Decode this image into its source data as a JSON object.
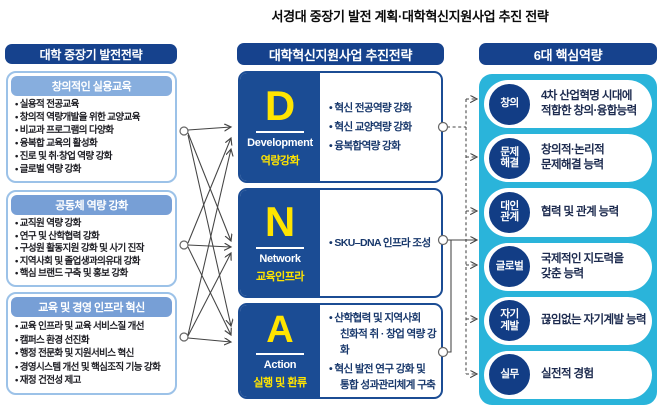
{
  "title": "서경대 중장기 발전 계획·대학혁신지원사업 추진 전략",
  "left": {
    "header": "대학 중장기 발전전략",
    "boxes": [
      {
        "title": "창의적인 실용교육",
        "items": [
          "실용적 전공교육",
          "창의적 역량개발을 위한 교양교육",
          "비교과 프로그램의 다양화",
          "융복합 교육의 활성화",
          "진로 및 취·창업 역량 강화",
          "글로벌 역량 강화"
        ]
      },
      {
        "title": "공동체 역량 강화",
        "items": [
          "교직원 역량 강화",
          "연구 및 산학협력 강화",
          "구성원 활동지원 강화 및 사기 진작",
          "지역사회 및 졸업생과의유대 강화",
          "핵심 브랜드 구축 및 홍보 강화"
        ]
      },
      {
        "title": "교육 및 경영 인프라 혁신",
        "items": [
          "교육 인프라 및 교육 서비스질 개선",
          "캠퍼스 환경 선진화",
          "행정 전문화 및 지원서비스 혁신",
          "경영시스템 개선 및 핵심조직 기능 강화",
          "재정 건전성 제고"
        ]
      }
    ]
  },
  "middle": {
    "header": "대학혁신지원사업 추진전략",
    "boxes": [
      {
        "letter": "D",
        "en": "Development",
        "ko": "역량강화",
        "items": [
          "혁신 전공역량 강화",
          "혁신 교양역량 강화",
          "융복합역량 강화"
        ]
      },
      {
        "letter": "N",
        "en": "Network",
        "ko": "교육인프라",
        "items": [
          "SKU–DNA 인프라 조성"
        ]
      },
      {
        "letter": "A",
        "en": "Action",
        "ko": "실행 및 환류",
        "items": [
          "산학협력 및 지역사회\n친화적 취 · 창업 역량 강화",
          "혁신 발전 연구 강화 및\n통합 성과관리체계 구축"
        ]
      }
    ]
  },
  "right": {
    "header": "6대 핵심역량",
    "items": [
      {
        "label": "창의",
        "desc": "4차 산업혁명 시대에\n적합한 창의·융합능력"
      },
      {
        "label": "문제\n해결",
        "desc": "창의적·논리적\n문제해결 능력"
      },
      {
        "label": "대인\n관계",
        "desc": "협력 및 관계 능력"
      },
      {
        "label": "글로벌",
        "desc": "국제적인 지도력을\n갖춘 능력"
      },
      {
        "label": "자기\n계발",
        "desc": "끊임없는 자기계발 능력"
      },
      {
        "label": "실무",
        "desc": "실전적 경험"
      }
    ]
  },
  "colors": {
    "header_navy": "#16428d",
    "dna_navy": "#1b4c94",
    "letter_yellow": "#ffe400",
    "panel_cyan": "#2ab4da",
    "circle_navy": "#123d85",
    "light_band": "#87aede",
    "mid_band": "#779fd6",
    "box_border": "#9cc2e8"
  }
}
